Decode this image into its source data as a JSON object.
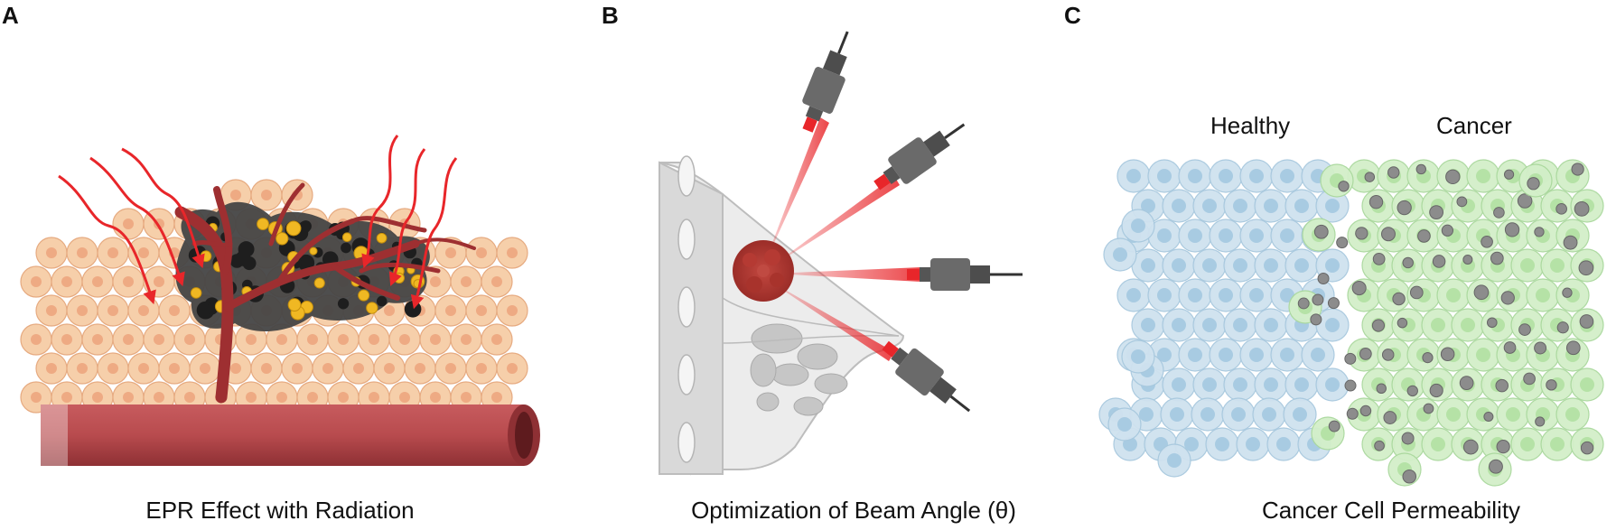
{
  "panels": [
    {
      "letter": "A",
      "caption": "EPR Effect with Radiation"
    },
    {
      "letter": "B",
      "caption": "Optimization of Beam Angle (θ)"
    },
    {
      "letter": "C",
      "caption": "Cancer Cell Permeability"
    }
  ],
  "panel_c": {
    "label_left": "Healthy",
    "label_right": "Cancer"
  },
  "colors": {
    "healthy_cell": "#f6cfaa",
    "vessel": "#b84b4e",
    "tumor": "#4a4a4a",
    "nanoparticle": "#f0b823",
    "beam": "#e8262a",
    "healthy_blue": "#cfe2ef",
    "cancer_green": "#d3efc9"
  }
}
